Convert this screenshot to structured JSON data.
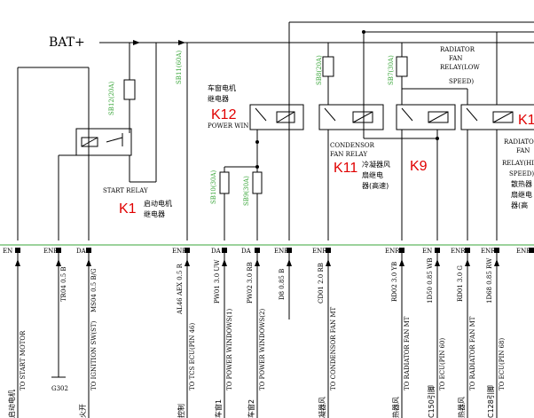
{
  "colors": {
    "wire": "#000000",
    "fuse_label": "#3aa63a",
    "relay_label": "#e00000",
    "ground_line": "#3aa63a"
  },
  "supply": {
    "label": "BAT+"
  },
  "fuses": {
    "f1": "SB12(20A)",
    "f2": "SB11(60A)",
    "f3": "SB8(20A)",
    "f4": "SB7(30A)",
    "f5": "SB10(30A)",
    "f6": "SB9(30A)"
  },
  "relays": {
    "k1": {
      "id": "K1",
      "name_cn": "启动电机",
      "name_cn2": "继电器",
      "name_en": "START RELAY"
    },
    "k12": {
      "id": "K12",
      "name_cn": "车窗电机",
      "name_cn2": "继电器",
      "name_en": "POWER WIN"
    },
    "k11": {
      "id": "K11",
      "name_cn": "冷凝器风",
      "name_cn2": "扇继电",
      "name_cn3": "器(高速)",
      "name_en": "CONDENSOR",
      "name_en2": "FAN RELAY"
    },
    "k9": {
      "id": "K9"
    },
    "k_low": {
      "name_en": "RADIATOR",
      "name_en2": "FAN",
      "name_en3": "RELAY(LOW",
      "name_en4": "SPEED)"
    },
    "k_high": {
      "id": "K1",
      "name_en": "RADIATOR",
      "name_en2": "FAN",
      "name_en3": "RELAY(HIG",
      "name_en4": "SPEED)",
      "name_cn": "散热器",
      "name_cn2": "扇继电",
      "name_cn3": "器(高"
    }
  },
  "connectors": [
    "EN",
    "ENR",
    "DA",
    "ENR",
    "DA",
    "DA",
    "ENR",
    "ENR",
    "ENR",
    "EN",
    "ENR",
    "ENR",
    "ENR"
  ],
  "ground": {
    "label": "G302"
  },
  "wire_codes": [
    "TR04 0.5 B",
    "MS04 0.5 B/G",
    "AL46 AEX 0.5 R",
    "PW01 3.0 UW",
    "PW02 3.0 RB",
    "D8 0.85 B",
    "CD01 2.0 RB",
    "RD02 3.0 YB",
    "1D50 0.85 WB",
    "RD01 3.0 G",
    "1D68 0.85 RW"
  ],
  "destinations": [
    {
      "en": "TO START MOTOR",
      "cn": "启动电机"
    },
    {
      "en": "TO IGNITION SW(ST)",
      "cn": "火开"
    },
    {
      "en": "TO TCS ECU(PIN 46)",
      "cn": "控制"
    },
    {
      "en": "TO POWER WINDOWS(1)",
      "cn": "车窗1"
    },
    {
      "en": "TO POWER WINDOWS(2)",
      "cn": "车窗2"
    },
    {
      "en": "TO CONDENSOR FAN MT",
      "cn": "凝器风"
    },
    {
      "en": "TO RADIATOR FAN MT",
      "cn": "热器风"
    },
    {
      "en": "TO ECU(PIN 60)",
      "cn": "C150引脚"
    },
    {
      "en": "TO RADIATOR FAN MT",
      "cn": "热器风"
    },
    {
      "en": "TO ECU(PIN 68)",
      "cn": "C128引脚"
    }
  ]
}
